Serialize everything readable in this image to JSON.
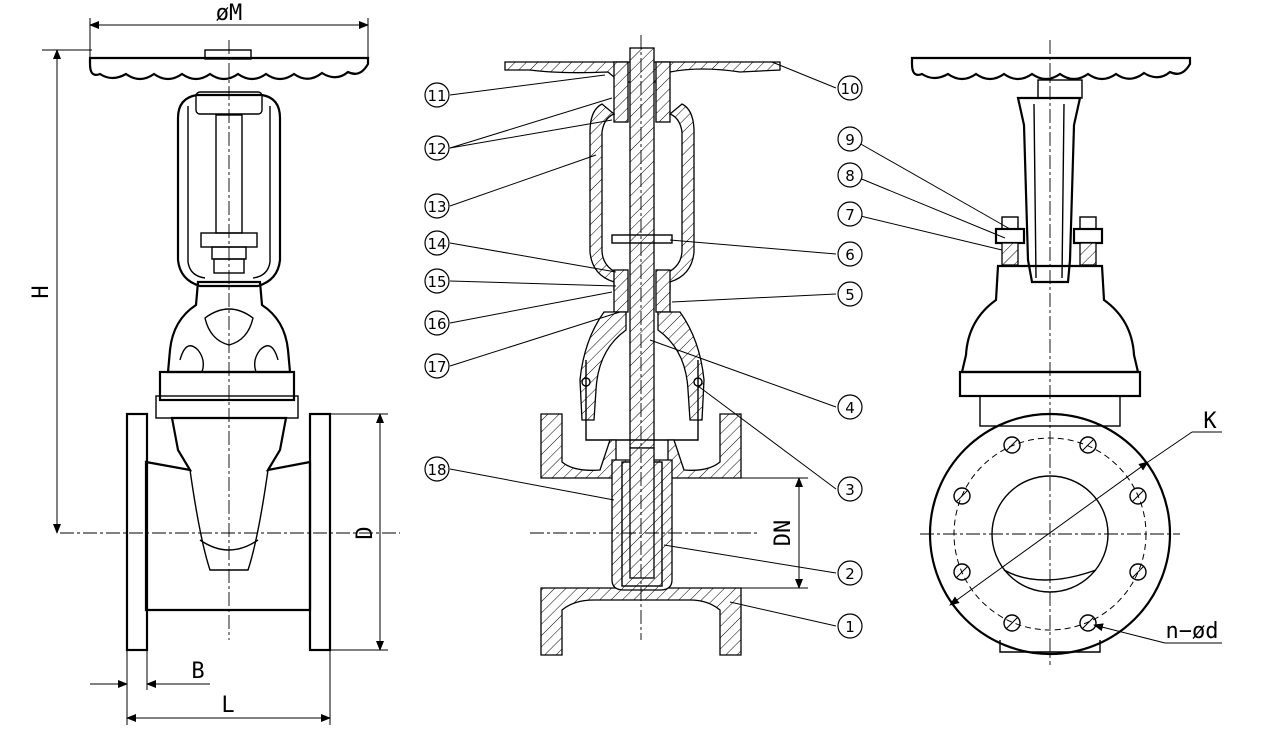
{
  "dimensions": {
    "handwheel_diameter": "øM",
    "height": "H",
    "flange_diameter": "D",
    "face_to_face": "L",
    "flange_thickness": "B",
    "nominal_diameter": "DN",
    "bolt_circle": "K",
    "bolt_holes": "n−ød"
  },
  "balloons": [
    {
      "id": "p1",
      "label": "1"
    },
    {
      "id": "p2",
      "label": "2"
    },
    {
      "id": "p3",
      "label": "3"
    },
    {
      "id": "p4",
      "label": "4"
    },
    {
      "id": "p5",
      "label": "5"
    },
    {
      "id": "p6",
      "label": "6"
    },
    {
      "id": "p7",
      "label": "7"
    },
    {
      "id": "p8",
      "label": "8"
    },
    {
      "id": "p9",
      "label": "9"
    },
    {
      "id": "p10",
      "label": "10"
    },
    {
      "id": "p11",
      "label": "11"
    },
    {
      "id": "p12",
      "label": "12"
    },
    {
      "id": "p13",
      "label": "13"
    },
    {
      "id": "p14",
      "label": "14"
    },
    {
      "id": "p15",
      "label": "15"
    },
    {
      "id": "p16",
      "label": "16"
    },
    {
      "id": "p17",
      "label": "17"
    },
    {
      "id": "p18",
      "label": "18"
    }
  ]
}
